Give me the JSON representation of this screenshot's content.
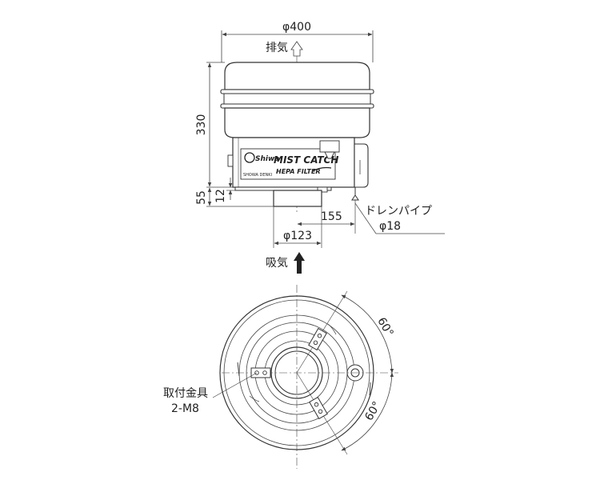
{
  "front_view": {
    "dim_diameter_top": "φ400",
    "label_exhaust": "排気",
    "dim_height_body": "330",
    "dim_height_lower": "55",
    "dim_height_flange": "12",
    "dim_offset": "155",
    "dim_inlet_diameter": "φ123",
    "label_intake": "吸気",
    "drain_label": "ドレンパイプ",
    "drain_diameter": "φ18",
    "nameplate": {
      "logo": "Shiwa",
      "product": "MIST CATCH",
      "subtitle": "HEPA FILTER",
      "maker": "SHOWA DENKI"
    }
  },
  "top_view": {
    "angle_upper": "60°",
    "angle_lower": "60°",
    "bracket_label": "取付金具",
    "bracket_spec": "2-M8"
  }
}
